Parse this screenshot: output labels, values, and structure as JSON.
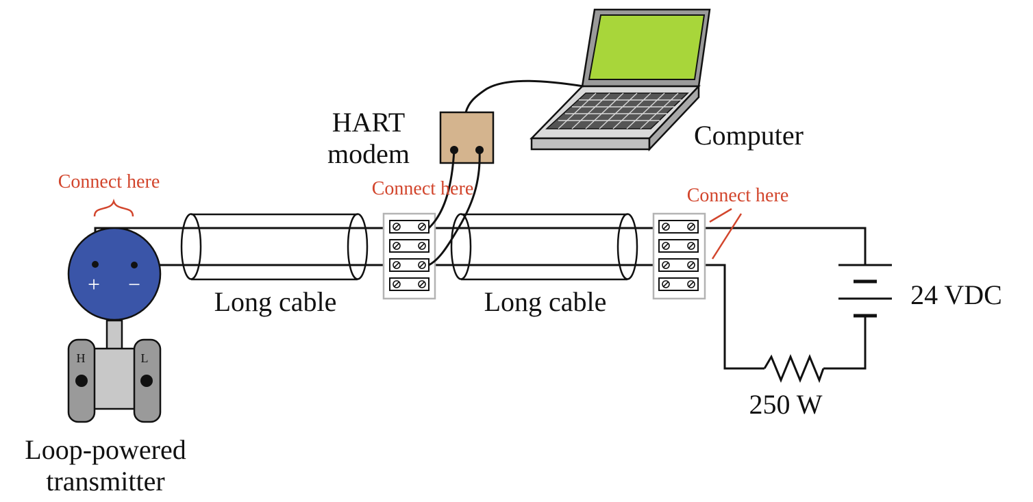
{
  "labels": {
    "hart_modem_line1": "HART",
    "hart_modem_line2": "modem",
    "computer": "Computer",
    "connect_here_transmitter": "Connect here",
    "connect_here_middle": "Connect here",
    "connect_here_right": "Connect here",
    "long_cable_1": "Long cable",
    "long_cable_2": "Long cable",
    "supply_voltage": "24 VDC",
    "resistor": "250 W",
    "transmitter_line1": "Loop-powered",
    "transmitter_line2": "transmitter",
    "terminal_plus": "+",
    "terminal_minus": "−",
    "port_high": "H",
    "port_low": "L"
  },
  "colors": {
    "annotation_red": "#d2452c",
    "transmitter_blue": "#3a55a8",
    "modem_tan": "#d4b48e",
    "screen_green": "#a8d63a",
    "body_gray": "#c8c8c8"
  }
}
